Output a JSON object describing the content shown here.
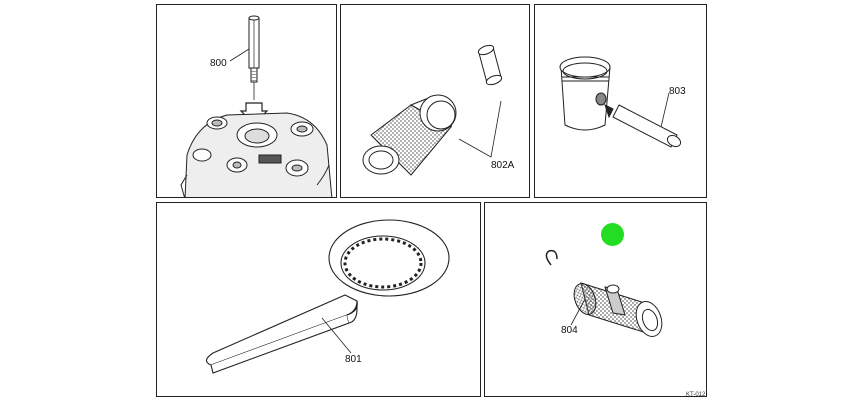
{
  "labels": {
    "tool_800": "800",
    "tool_802a": "802A",
    "tool_803": "803",
    "tool_801": "801",
    "tool_804": "804"
  },
  "figure_code": "KT-012",
  "colors": {
    "line": "#222222",
    "marker": "#22dd22"
  }
}
